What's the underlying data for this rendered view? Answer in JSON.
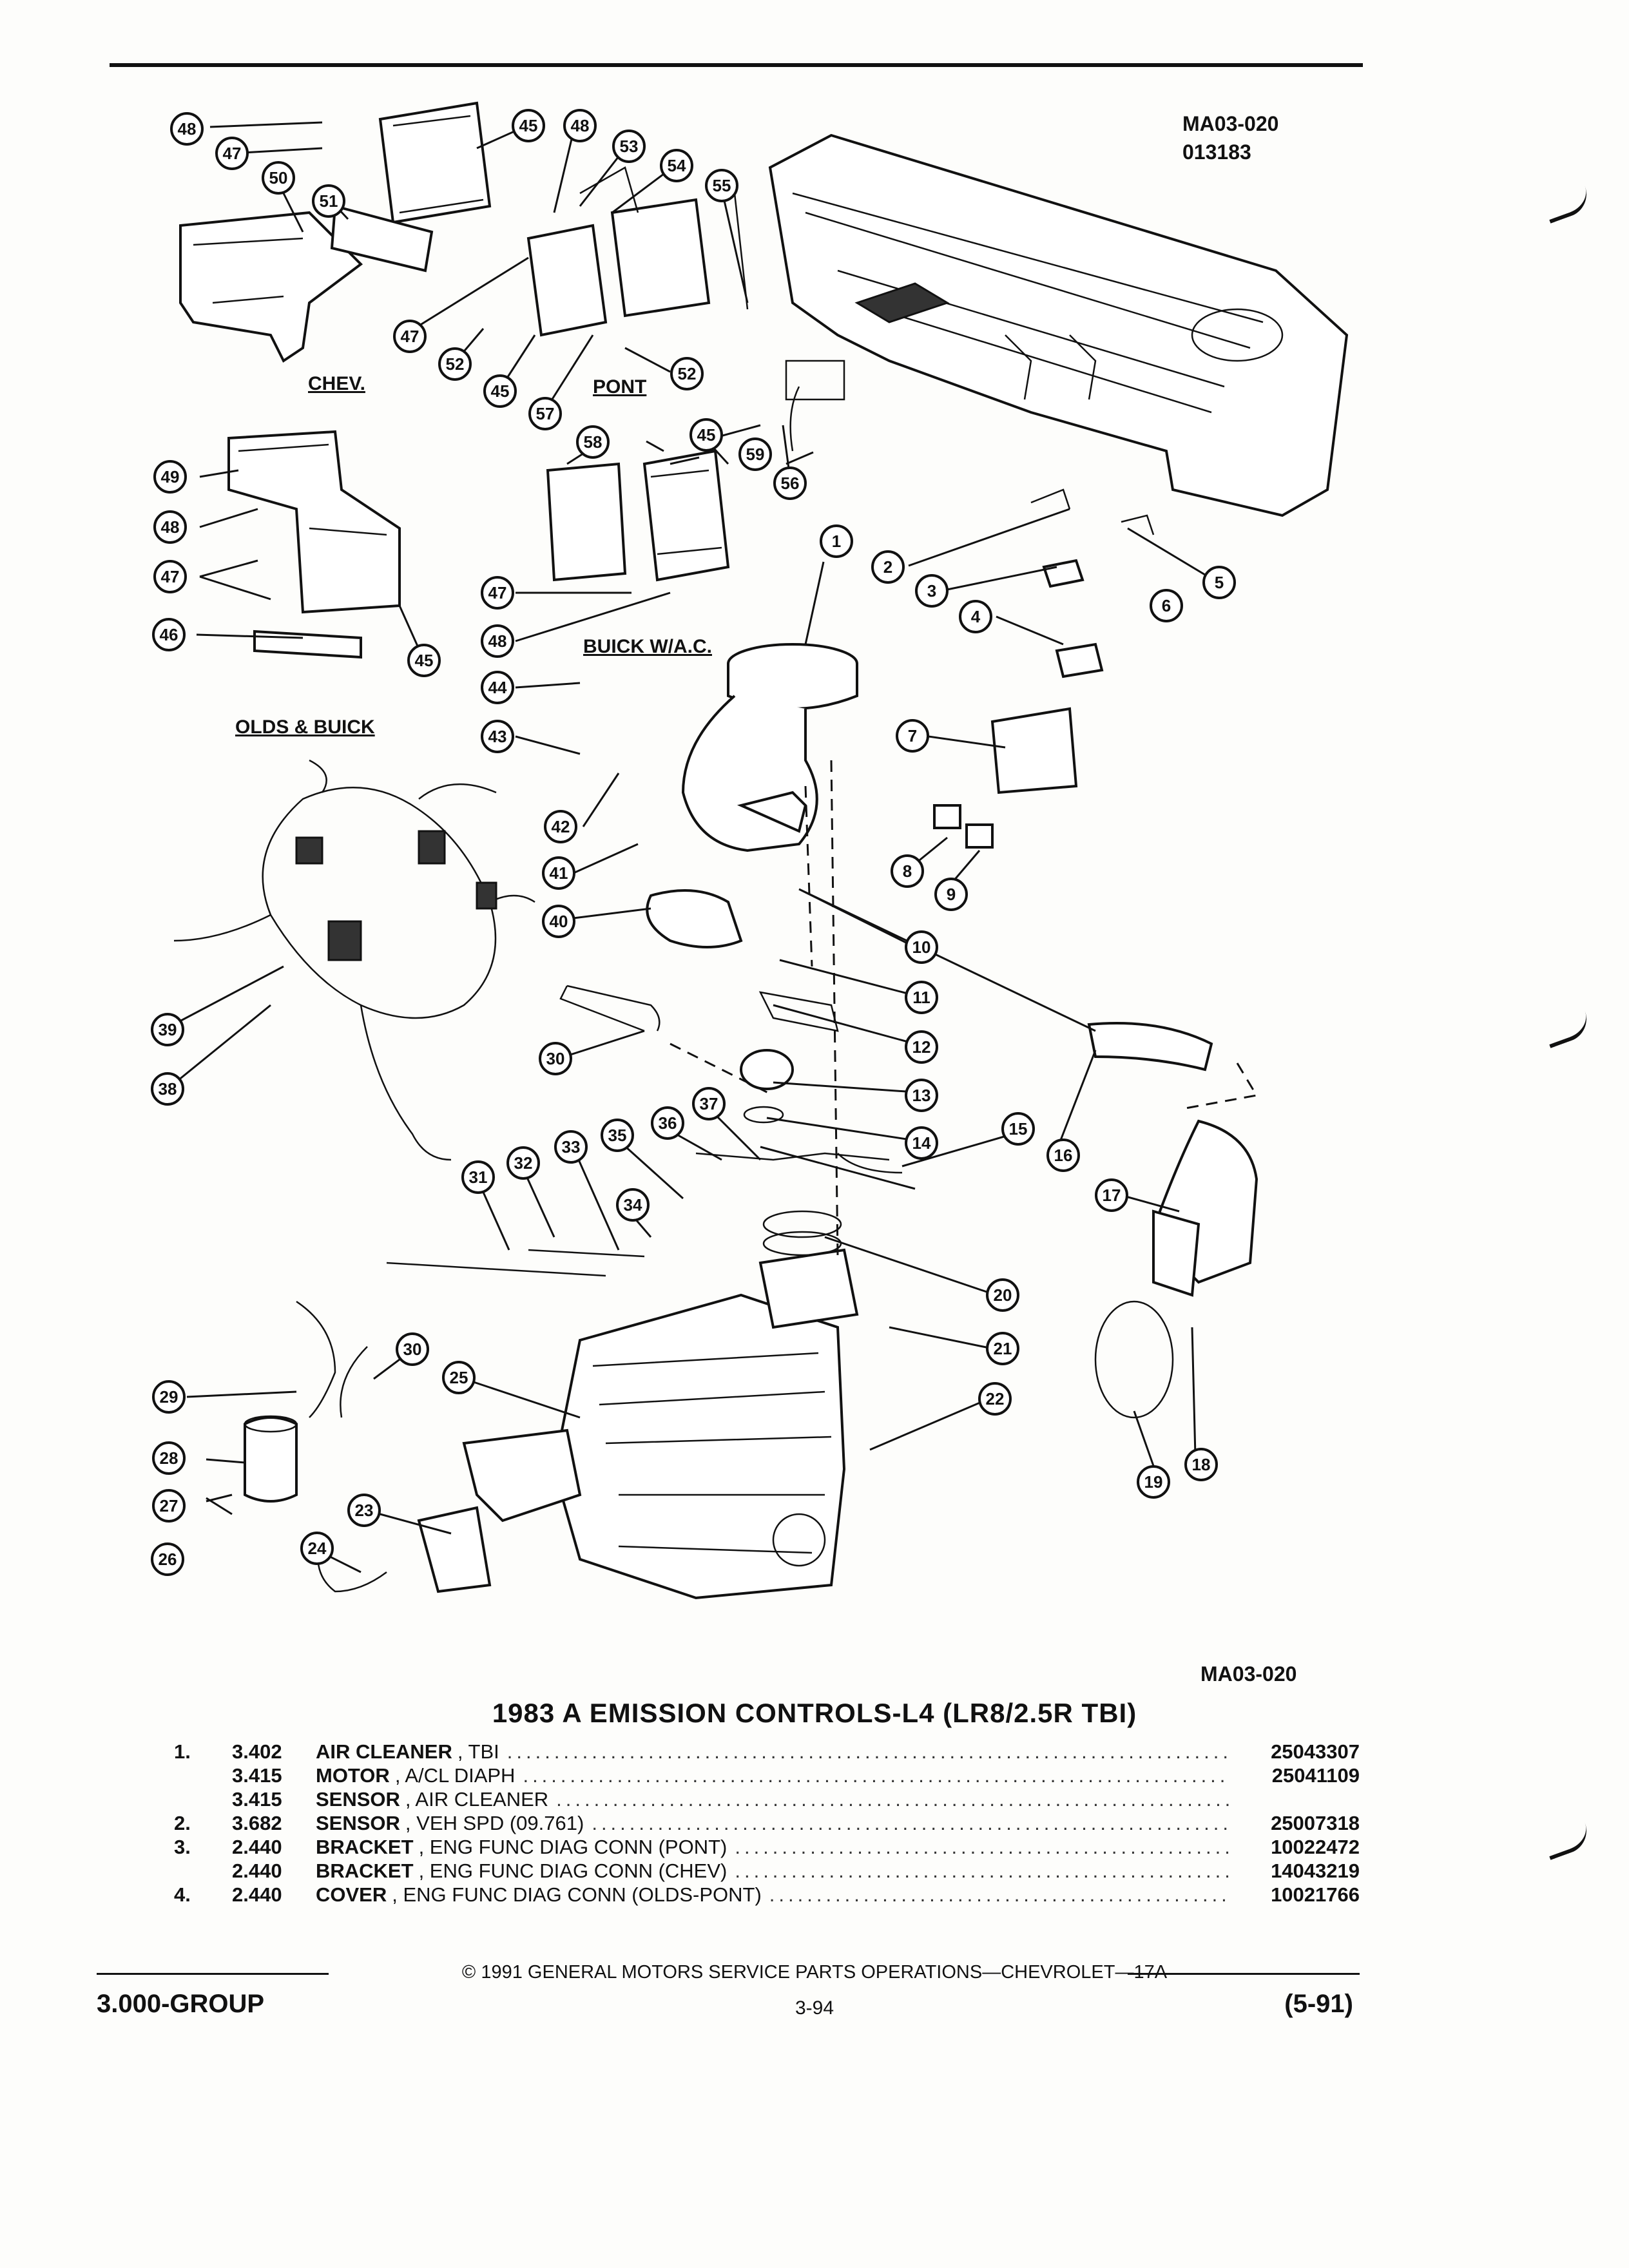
{
  "figure": {
    "ref_top": [
      "MA03-020",
      "013183"
    ],
    "ref_bottom": "MA03-020",
    "group_labels": {
      "chev": "CHEV.",
      "pont": "PONT",
      "buick_ac": "BUICK W/A.C.",
      "olds_buick": "OLDS & BUICK"
    },
    "callouts": [
      "1",
      "2",
      "3",
      "4",
      "5",
      "6",
      "7",
      "8",
      "9",
      "10",
      "11",
      "12",
      "13",
      "14",
      "15",
      "16",
      "17",
      "18",
      "19",
      "20",
      "21",
      "22",
      "23",
      "24",
      "25",
      "26",
      "27",
      "28",
      "29",
      "30",
      "30",
      "31",
      "32",
      "33",
      "34",
      "35",
      "36",
      "37",
      "38",
      "39",
      "40",
      "41",
      "42",
      "43",
      "44",
      "45",
      "45",
      "45",
      "45",
      "46",
      "47",
      "47",
      "47",
      "47",
      "48",
      "48",
      "48",
      "48",
      "49",
      "50",
      "51",
      "52",
      "52",
      "53",
      "54",
      "55",
      "56",
      "57",
      "58",
      "59"
    ]
  },
  "title": "1983 A EMISSION CONTROLS-L4 (LR8/2.5R TBI)",
  "parts": [
    {
      "no": "1.",
      "group": "3.402",
      "name": "AIR CLEANER",
      "desc": ", TBI",
      "part_no": "25043307"
    },
    {
      "no": "",
      "group": "3.415",
      "name": "MOTOR",
      "desc": ", A/CL DIAPH",
      "part_no": "25041109"
    },
    {
      "no": "",
      "group": "3.415",
      "name": "SENSOR",
      "desc": ", AIR CLEANER",
      "part_no": ""
    },
    {
      "no": "2.",
      "group": "3.682",
      "name": "SENSOR",
      "desc": ", VEH SPD (09.761)",
      "part_no": "25007318"
    },
    {
      "no": "3.",
      "group": "2.440",
      "name": "BRACKET",
      "desc": ", ENG FUNC DIAG CONN (PONT)",
      "part_no": "10022472"
    },
    {
      "no": "",
      "group": "2.440",
      "name": "BRACKET",
      "desc": ", ENG FUNC DIAG CONN (CHEV)",
      "part_no": "14043219"
    },
    {
      "no": "4.",
      "group": "2.440",
      "name": "COVER",
      "desc": ", ENG FUNC DIAG CONN (OLDS-PONT)",
      "part_no": "10021766"
    }
  ],
  "footer": {
    "copyright": "© 1991 GENERAL MOTORS SERVICE PARTS OPERATIONS—CHEVROLET—17A",
    "group": "3.000-GROUP",
    "page": "3-94",
    "revision": "(5-91)"
  }
}
